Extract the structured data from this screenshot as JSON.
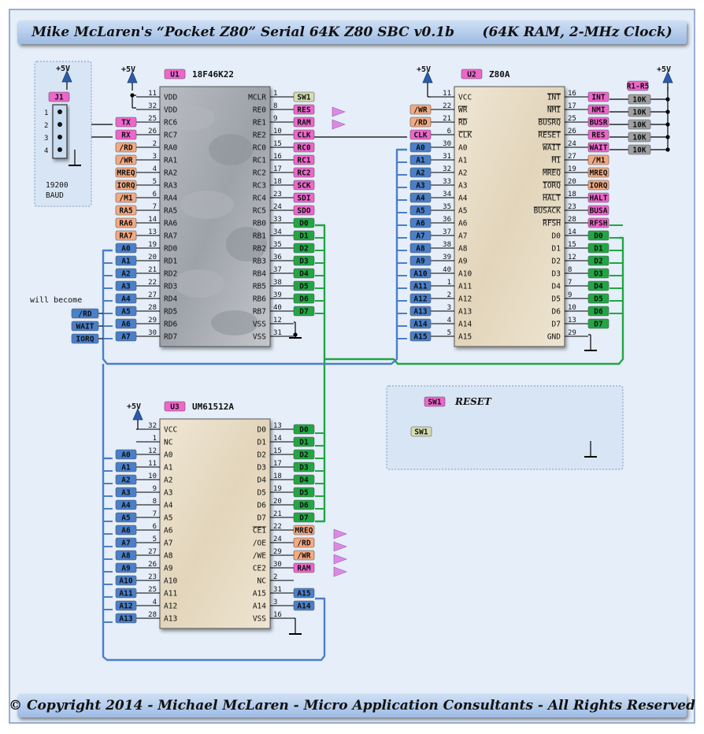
{
  "title": "Mike McLaren's “Pocket Z80” Serial 64K Z80 SBC v0.1b      (64K RAM, 2-MHz Clock)",
  "copyright": "© Copyright 2014 - Michael McLaren - Micro Application Consultants - All Rights Reserved",
  "power_label": "+5V",
  "colors": {
    "bg": "#e5eef9",
    "address": "#4a7fc9",
    "data": "#22a644",
    "control": "#ee66cc",
    "port": "#f4a981",
    "switch": "#d4ddb0",
    "resistor": "#9a9a9a",
    "bus_blue": "#4a7fc9",
    "bus_green": "#22a644"
  },
  "j1": {
    "ref": "J1",
    "pins": [
      "1",
      "2",
      "3",
      "4"
    ],
    "note_line1": "19200",
    "note_line2": "BAUD"
  },
  "note": "will become",
  "future_labels": [
    "/RD",
    "WAIT",
    "IORQ"
  ],
  "u1": {
    "ref": "U1",
    "part": "18F46K22",
    "left": [
      {
        "pin": "11",
        "name": "VDD",
        "net": ""
      },
      {
        "pin": "32",
        "name": "VDD",
        "net": ""
      },
      {
        "pin": "25",
        "name": "RC6",
        "net": "TX"
      },
      {
        "pin": "26",
        "name": "RC7",
        "net": "RX"
      },
      {
        "pin": "2",
        "name": "RA0",
        "net": "/RD"
      },
      {
        "pin": "3",
        "name": "RA1",
        "net": "/WR"
      },
      {
        "pin": "4",
        "name": "RA2",
        "net": "MREQ"
      },
      {
        "pin": "5",
        "name": "RA3",
        "net": "IORQ"
      },
      {
        "pin": "6",
        "name": "RA4",
        "net": "/M1"
      },
      {
        "pin": "7",
        "name": "RA5",
        "net": "RA5"
      },
      {
        "pin": "14",
        "name": "RA6",
        "net": "RA6"
      },
      {
        "pin": "13",
        "name": "RA7",
        "net": "RA7"
      },
      {
        "pin": "19",
        "name": "RD0",
        "net": "A0"
      },
      {
        "pin": "20",
        "name": "RD1",
        "net": "A1"
      },
      {
        "pin": "21",
        "name": "RD2",
        "net": "A2"
      },
      {
        "pin": "22",
        "name": "RD3",
        "net": "A3"
      },
      {
        "pin": "27",
        "name": "RD4",
        "net": "A4"
      },
      {
        "pin": "28",
        "name": "RD5",
        "net": "A5"
      },
      {
        "pin": "29",
        "name": "RD6",
        "net": "A6"
      },
      {
        "pin": "30",
        "name": "RD7",
        "net": "A7"
      }
    ],
    "right": [
      {
        "pin": "1",
        "name": "MCLR",
        "net": "SW1"
      },
      {
        "pin": "8",
        "name": "RE0",
        "net": "RES"
      },
      {
        "pin": "9",
        "name": "RE1",
        "net": "RAM"
      },
      {
        "pin": "10",
        "name": "RE2",
        "net": "CLK"
      },
      {
        "pin": "15",
        "name": "RC0",
        "net": "RC0"
      },
      {
        "pin": "16",
        "name": "RC1",
        "net": "RC1"
      },
      {
        "pin": "17",
        "name": "RC2",
        "net": "RC2"
      },
      {
        "pin": "18",
        "name": "RC3",
        "net": "SCK"
      },
      {
        "pin": "23",
        "name": "RC4",
        "net": "SDI"
      },
      {
        "pin": "24",
        "name": "RC5",
        "net": "SDO"
      },
      {
        "pin": "33",
        "name": "RB0",
        "net": "D0"
      },
      {
        "pin": "34",
        "name": "RB1",
        "net": "D1"
      },
      {
        "pin": "35",
        "name": "RB2",
        "net": "D2"
      },
      {
        "pin": "36",
        "name": "RB3",
        "net": "D3"
      },
      {
        "pin": "37",
        "name": "RB4",
        "net": "D4"
      },
      {
        "pin": "38",
        "name": "RB5",
        "net": "D5"
      },
      {
        "pin": "39",
        "name": "RB6",
        "net": "D6"
      },
      {
        "pin": "40",
        "name": "RB7",
        "net": "D7"
      },
      {
        "pin": "12",
        "name": "VSS",
        "net": ""
      },
      {
        "pin": "31",
        "name": "VSS",
        "net": ""
      }
    ]
  },
  "u2": {
    "ref": "U2",
    "part": "Z80A",
    "left": [
      {
        "pin": "11",
        "name": "VCC",
        "net": ""
      },
      {
        "pin": "22",
        "name": "WR",
        "net": "/WR"
      },
      {
        "pin": "21",
        "name": "RD",
        "net": "/RD"
      },
      {
        "pin": "6",
        "name": "CLK",
        "net": "CLK"
      },
      {
        "pin": "30",
        "name": "A0",
        "net": "A0"
      },
      {
        "pin": "31",
        "name": "A1",
        "net": "A1"
      },
      {
        "pin": "32",
        "name": "A2",
        "net": "A2"
      },
      {
        "pin": "33",
        "name": "A3",
        "net": "A3"
      },
      {
        "pin": "34",
        "name": "A4",
        "net": "A4"
      },
      {
        "pin": "35",
        "name": "A5",
        "net": "A5"
      },
      {
        "pin": "36",
        "name": "A6",
        "net": "A6"
      },
      {
        "pin": "37",
        "name": "A7",
        "net": "A7"
      },
      {
        "pin": "38",
        "name": "A8",
        "net": "A8"
      },
      {
        "pin": "39",
        "name": "A9",
        "net": "A9"
      },
      {
        "pin": "40",
        "name": "A10",
        "net": "A10"
      },
      {
        "pin": "1",
        "name": "A11",
        "net": "A11"
      },
      {
        "pin": "2",
        "name": "A12",
        "net": "A12"
      },
      {
        "pin": "3",
        "name": "A13",
        "net": "A13"
      },
      {
        "pin": "4",
        "name": "A14",
        "net": "A14"
      },
      {
        "pin": "5",
        "name": "A15",
        "net": "A15"
      }
    ],
    "right": [
      {
        "pin": "16",
        "name": "INT",
        "net": "INT"
      },
      {
        "pin": "17",
        "name": "NMI",
        "net": "NMI"
      },
      {
        "pin": "25",
        "name": "BUSRQ",
        "net": "BUSR"
      },
      {
        "pin": "26",
        "name": "RESET",
        "net": "RES"
      },
      {
        "pin": "24",
        "name": "WAIT",
        "net": "WAIT"
      },
      {
        "pin": "27",
        "name": "M1",
        "net": "/M1"
      },
      {
        "pin": "19",
        "name": "MREQ",
        "net": "MREQ"
      },
      {
        "pin": "20",
        "name": "IORQ",
        "net": "IORQ"
      },
      {
        "pin": "18",
        "name": "HALT",
        "net": "HALT"
      },
      {
        "pin": "23",
        "name": "BUSACK",
        "net": "BUSA"
      },
      {
        "pin": "28",
        "name": "RFSH",
        "net": "RFSH"
      },
      {
        "pin": "14",
        "name": "D0",
        "net": "D0"
      },
      {
        "pin": "15",
        "name": "D1",
        "net": "D1"
      },
      {
        "pin": "12",
        "name": "D2",
        "net": "D2"
      },
      {
        "pin": "8",
        "name": "D3",
        "net": "D3"
      },
      {
        "pin": "7",
        "name": "D4",
        "net": "D4"
      },
      {
        "pin": "9",
        "name": "D5",
        "net": "D5"
      },
      {
        "pin": "10",
        "name": "D6",
        "net": "D6"
      },
      {
        "pin": "13",
        "name": "D7",
        "net": "D7"
      },
      {
        "pin": "29",
        "name": "GND",
        "net": ""
      }
    ]
  },
  "resistors": {
    "ref": "R1-R5",
    "values": [
      "10K",
      "10K",
      "10K",
      "10K",
      "10K"
    ]
  },
  "u3": {
    "ref": "U3",
    "part": "UM61512A",
    "left": [
      {
        "pin": "32",
        "name": "VCC",
        "net": ""
      },
      {
        "pin": "1",
        "name": "NC",
        "net": ""
      },
      {
        "pin": "12",
        "name": "A0",
        "net": "A0"
      },
      {
        "pin": "11",
        "name": "A1",
        "net": "A1"
      },
      {
        "pin": "10",
        "name": "A2",
        "net": "A2"
      },
      {
        "pin": "9",
        "name": "A3",
        "net": "A3"
      },
      {
        "pin": "8",
        "name": "A4",
        "net": "A4"
      },
      {
        "pin": "7",
        "name": "A5",
        "net": "A5"
      },
      {
        "pin": "6",
        "name": "A6",
        "net": "A6"
      },
      {
        "pin": "5",
        "name": "A7",
        "net": "A7"
      },
      {
        "pin": "27",
        "name": "A8",
        "net": "A8"
      },
      {
        "pin": "26",
        "name": "A9",
        "net": "A9"
      },
      {
        "pin": "23",
        "name": "A10",
        "net": "A10"
      },
      {
        "pin": "25",
        "name": "A11",
        "net": "A11"
      },
      {
        "pin": "4",
        "name": "A12",
        "net": "A12"
      },
      {
        "pin": "28",
        "name": "A13",
        "net": "A13"
      }
    ],
    "right": [
      {
        "pin": "13",
        "name": "D0",
        "net": "D0"
      },
      {
        "pin": "14",
        "name": "D1",
        "net": "D1"
      },
      {
        "pin": "15",
        "name": "D2",
        "net": "D2"
      },
      {
        "pin": "17",
        "name": "D3",
        "net": "D3"
      },
      {
        "pin": "18",
        "name": "D4",
        "net": "D4"
      },
      {
        "pin": "19",
        "name": "D5",
        "net": "D5"
      },
      {
        "pin": "20",
        "name": "D6",
        "net": "D6"
      },
      {
        "pin": "21",
        "name": "D7",
        "net": "D7"
      },
      {
        "pin": "22",
        "name": "CE1",
        "net": "MREQ"
      },
      {
        "pin": "24",
        "name": "/OE",
        "net": "/RD"
      },
      {
        "pin": "29",
        "name": "/WE",
        "net": "/WR"
      },
      {
        "pin": "30",
        "name": "CE2",
        "net": "RAM"
      },
      {
        "pin": "2",
        "name": "NC",
        "net": ""
      },
      {
        "pin": "31",
        "name": "A15",
        "net": "A15"
      },
      {
        "pin": "3",
        "name": "A14",
        "net": "A14"
      },
      {
        "pin": "16",
        "name": "VSS",
        "net": ""
      }
    ]
  },
  "sw1": {
    "ref": "SW1",
    "name": "RESET",
    "net": "SW1"
  }
}
